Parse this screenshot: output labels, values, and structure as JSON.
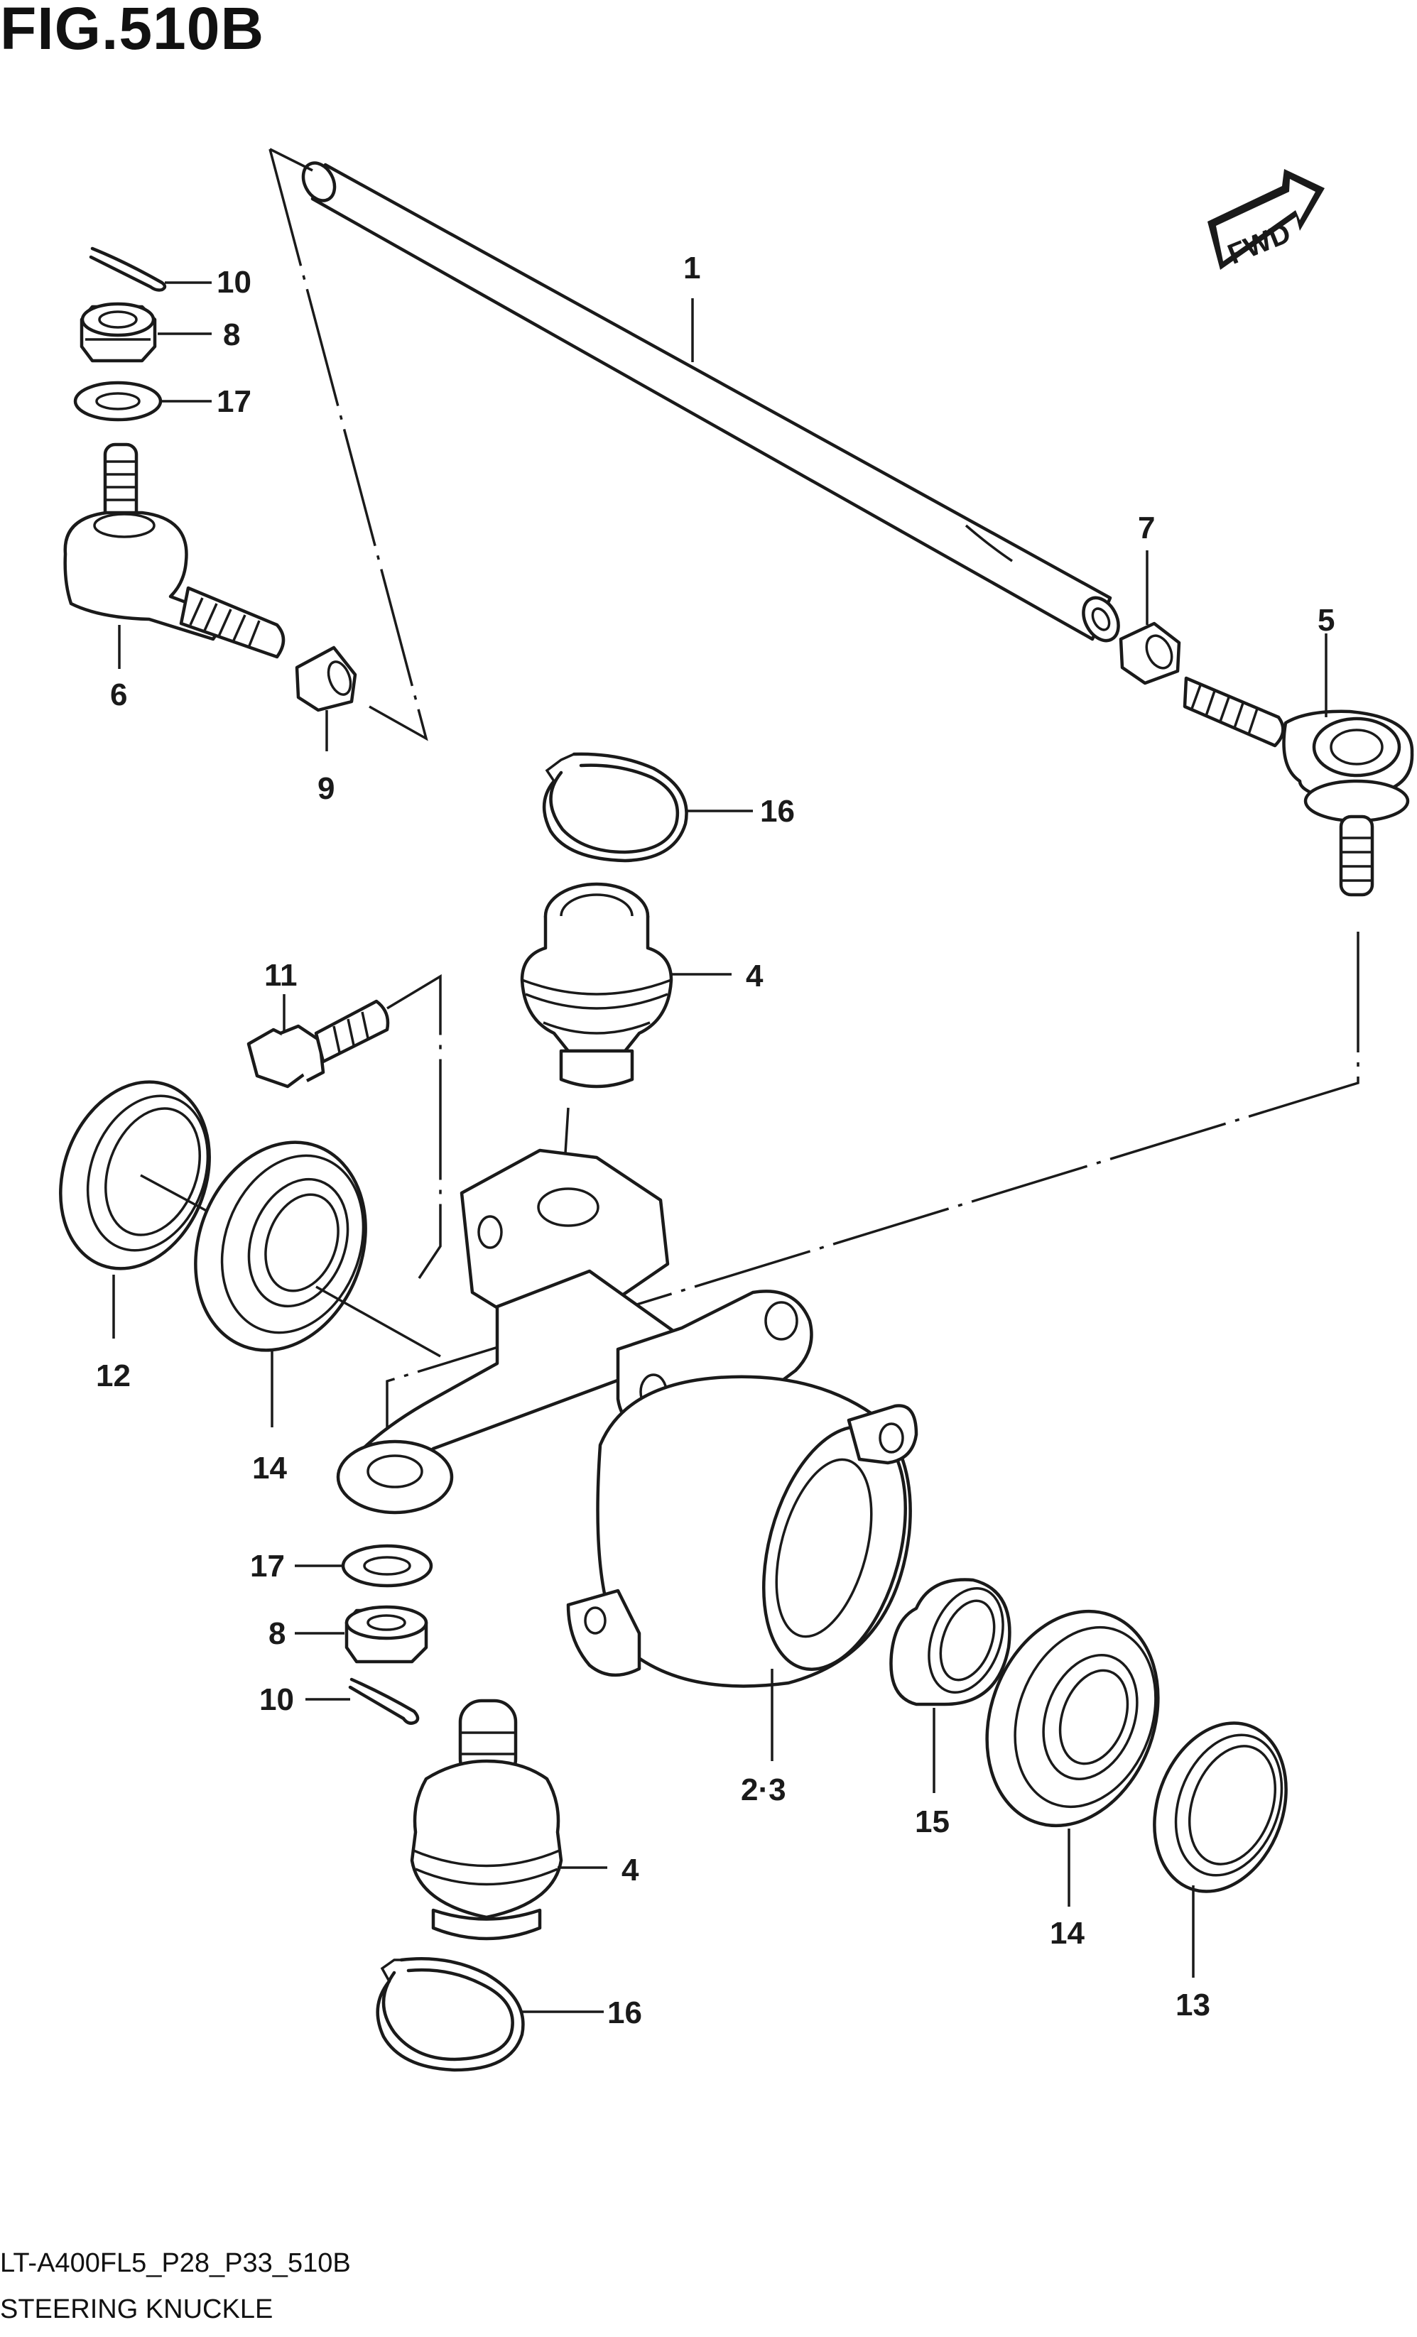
{
  "figure": {
    "title": "FIG.510B",
    "footer_code": "LT-A400FL5_P28_P33_510B",
    "footer_name": "STEERING KNUCKLE",
    "fwd_label": "FWD",
    "ink_color": "#1a1a1a"
  },
  "callouts": {
    "tie_rod": "1",
    "knuckle": "2·3",
    "ball_joint_upper": "4",
    "ball_joint_lower": "4",
    "tie_rod_end_right": "5",
    "tie_rod_end_left": "6",
    "nut_right": "7",
    "nut_castle_upper": "8",
    "nut_castle_lower": "8",
    "nut_left": "9",
    "cotter_pin_upper": "10",
    "cotter_pin_lower": "10",
    "bolt": "11",
    "oil_seal_left": "12",
    "oil_seal_right": "13",
    "bearing_left": "14",
    "bearing_right": "14",
    "spacer": "15",
    "circlip_upper": "16",
    "circlip_lower": "16",
    "washer_upper": "17",
    "washer_lower": "17"
  },
  "icons": {
    "fwd_arrow": "fwd-arrow-icon"
  }
}
